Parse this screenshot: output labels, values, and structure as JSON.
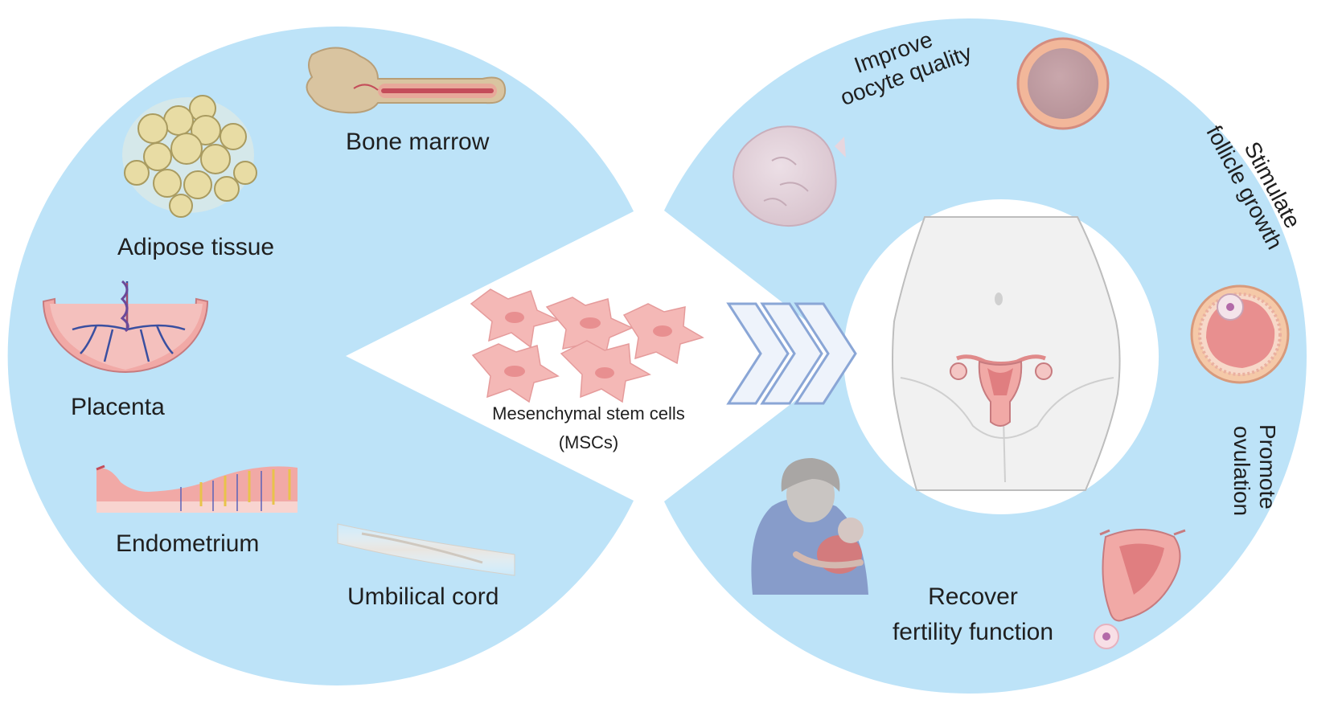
{
  "sources": {
    "bone_marrow": "Bone marrow",
    "adipose_tissue": "Adipose tissue",
    "placenta": "Placenta",
    "endometrium": "Endometrium",
    "umbilical_cord": "Umbilical cord"
  },
  "center": {
    "line1": "Mesenchymal  stem cells",
    "line2": "(MSCs)"
  },
  "effects": {
    "improve_line1": "Improve",
    "improve_line2": "oocyte quality",
    "stimulate_line1": "Stimulate",
    "stimulate_line2": "follicle growth",
    "promote_line1": "Promote",
    "promote_line2": "ovulation",
    "recover_line1": "Recover",
    "recover_line2": "fertility function"
  },
  "colors": {
    "panel_blue": "#bde3f8",
    "cell_pink": "#f4b8b6",
    "cell_nucleus": "#e88f90",
    "arrow_blue": "#8aa6d6",
    "fat_yellow": "#e8dca4",
    "bone_tan": "#d9c4a0",
    "tissue_pink": "#f1a9a6",
    "vessel_red": "#c44d5a"
  }
}
